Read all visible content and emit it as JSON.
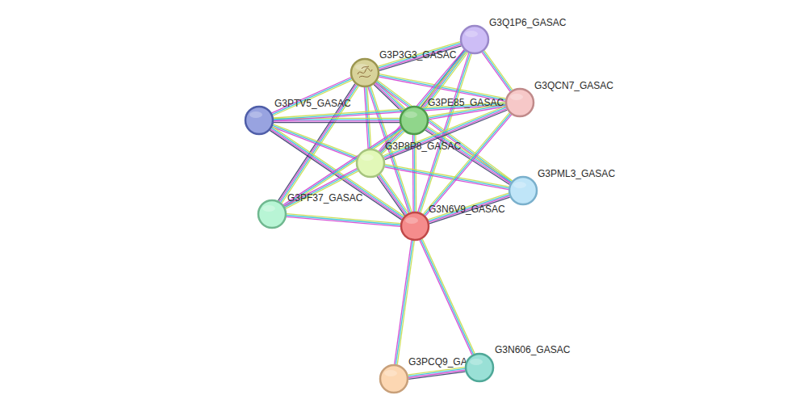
{
  "diagram": {
    "nodes": [
      {
        "text": [
          "G3P3G3_GASAC"
        ]
      },
      {
        "text": [
          "G3Q1P6_GASAC"
        ]
      },
      {
        "text": [
          "G3QCN7_GASAC"
        ]
      },
      {
        "text": [
          "G3PTV5_GASAC"
        ]
      },
      {
        "text": [
          "G3PE85_GASAC"
        ]
      },
      {
        "text": [
          "G3P8P8_GASAC"
        ]
      },
      {
        "text": [
          "G3PML3_GASAC"
        ]
      },
      {
        "text": [
          "G3PF37_GASAC"
        ]
      },
      {
        "text": [
          "G3N6V9_GASAC"
        ]
      },
      {
        "text": [
          "G3PCQ9_GASAC"
        ]
      },
      {
        "text": [
          "G3N606_GASAC"
        ]
      }
    ],
    "edges": [
      {
        "from": 0,
        "to": 1,
        "arrow": "none"
      },
      {
        "from": 0,
        "to": 2,
        "arrow": "none"
      },
      {
        "from": 0,
        "to": 3,
        "arrow": "none"
      },
      {
        "from": 0,
        "to": 4,
        "arrow": "none"
      },
      {
        "from": 0,
        "to": 5,
        "arrow": "none"
      },
      {
        "from": 0,
        "to": 6,
        "arrow": "none"
      },
      {
        "from": 0,
        "to": 7,
        "arrow": "none"
      },
      {
        "from": 0,
        "to": 8,
        "arrow": "none"
      },
      {
        "from": 1,
        "to": 2,
        "arrow": "none"
      },
      {
        "from": 1,
        "to": 4,
        "arrow": "none"
      },
      {
        "from": 1,
        "to": 5,
        "arrow": "none"
      },
      {
        "from": 1,
        "to": 8,
        "arrow": "none"
      },
      {
        "from": 3,
        "to": 4,
        "arrow": "none"
      },
      {
        "from": 3,
        "to": 2,
        "arrow": "none"
      },
      {
        "from": 3,
        "to": 5,
        "arrow": "none"
      },
      {
        "from": 3,
        "to": 8,
        "arrow": "none"
      },
      {
        "from": 4,
        "to": 2,
        "arrow": "none"
      },
      {
        "from": 4,
        "to": 5,
        "arrow": "none"
      },
      {
        "from": 4,
        "to": 6,
        "arrow": "none"
      },
      {
        "from": 4,
        "to": 7,
        "arrow": "none"
      },
      {
        "from": 4,
        "to": 8,
        "arrow": "none"
      },
      {
        "from": 5,
        "to": 2,
        "arrow": "none"
      },
      {
        "from": 5,
        "to": 6,
        "arrow": "none"
      },
      {
        "from": 5,
        "to": 7,
        "arrow": "none"
      },
      {
        "from": 5,
        "to": 8,
        "arrow": "none"
      },
      {
        "from": 7,
        "to": 8,
        "arrow": "none"
      },
      {
        "from": 8,
        "to": 2,
        "arrow": "none"
      },
      {
        "from": 8,
        "to": 6,
        "arrow": "none"
      },
      {
        "from": 8,
        "to": 9,
        "arrow": "none"
      },
      {
        "from": 8,
        "to": 10,
        "arrow": "none"
      },
      {
        "from": 9,
        "to": 10,
        "arrow": "none"
      }
    ]
  }
}
